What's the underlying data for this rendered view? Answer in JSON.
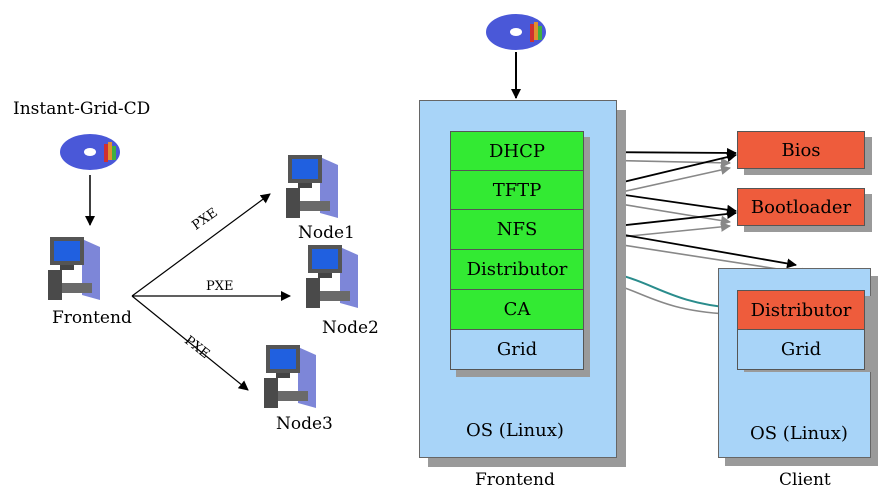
{
  "left": {
    "cd_label": "Instant-Grid-CD",
    "frontend_label": "Frontend",
    "nodes": [
      "Node1",
      "Node2",
      "Node3"
    ],
    "pxe": [
      "PXE",
      "PXE",
      "PXE"
    ]
  },
  "frontend_panel": {
    "services": [
      "DHCP",
      "TFTP",
      "NFS",
      "Distributor",
      "CA",
      "Grid"
    ],
    "os": "OS (Linux)",
    "caption": "Frontend"
  },
  "targets": {
    "bios": "Bios",
    "bootloader": "Bootloader"
  },
  "client_panel": {
    "services": [
      "Distributor",
      "Grid"
    ],
    "os": "OS (Linux)",
    "caption": "Client"
  },
  "colors": {
    "service_green": "#33ea33",
    "panel_blue": "#a8d4f8",
    "target_red": "#ee5c3c",
    "teal_link": "#2a8c8c"
  }
}
